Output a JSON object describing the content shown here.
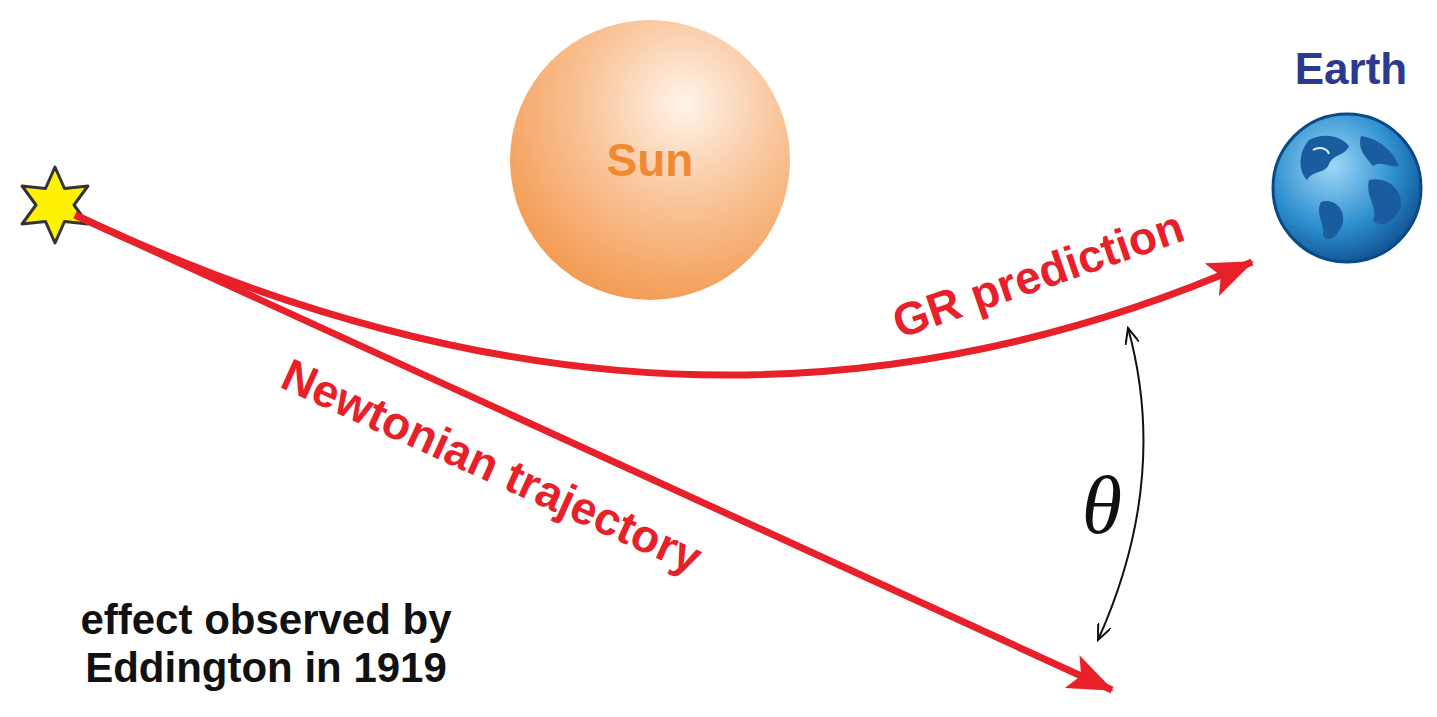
{
  "diagram": {
    "nodes": [
      {
        "text": [
          "Sun"
        ]
      },
      {
        "text": [
          "Earth"
        ]
      }
    ],
    "labels": [
      "GR prediction",
      "Newtonian trajectory",
      "θ",
      "effect observed by Eddington in 1919"
    ]
  }
}
